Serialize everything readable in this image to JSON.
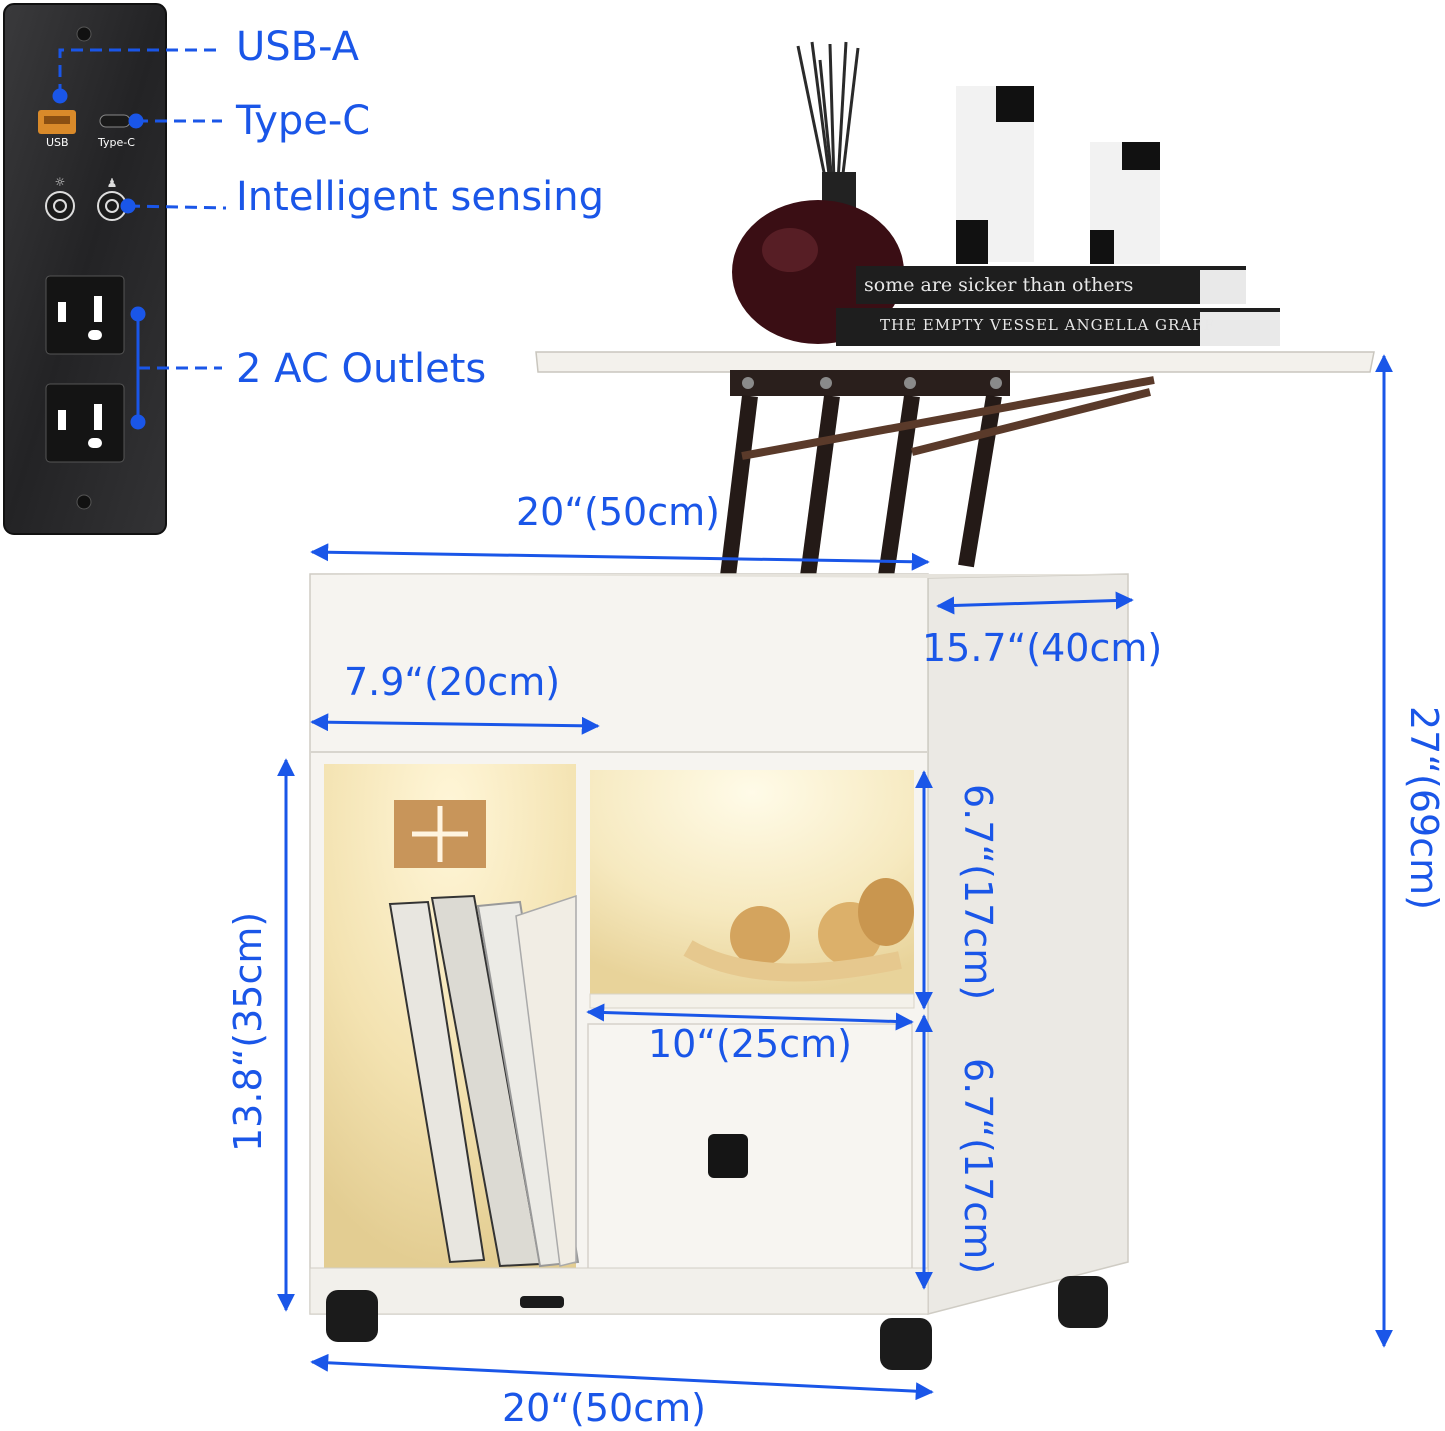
{
  "panel": {
    "usb_label": "USB",
    "typec_label": "Type-C"
  },
  "callouts": {
    "usb_a": "USB-A",
    "type_c": "Type-C",
    "sensing": "Intelligent sensing",
    "outlets": "2 AC Outlets"
  },
  "dimensions": {
    "top_width": "20“(50cm)",
    "depth": "15.7“(40cm)",
    "drawer_width": "7.9“(20cm)",
    "total_height": "27“(69cm)",
    "lower_height": "13.8“(35cm)",
    "shelf_height": "6.7“(17cm)",
    "drawer_height": "6.7“(17cm)",
    "inner_width": "10“(25cm)",
    "bottom_width": "20“(50cm)"
  },
  "book": {
    "top_title": "some are sicker than others",
    "bottom_title": "THE EMPTY VESSEL   ANGELLA GRAFF"
  },
  "colors": {
    "accent": "#1a56e8",
    "panel": "#2b2b2d",
    "cabinet": "#f4f2ee",
    "warm_light": "#f6e6b4"
  }
}
